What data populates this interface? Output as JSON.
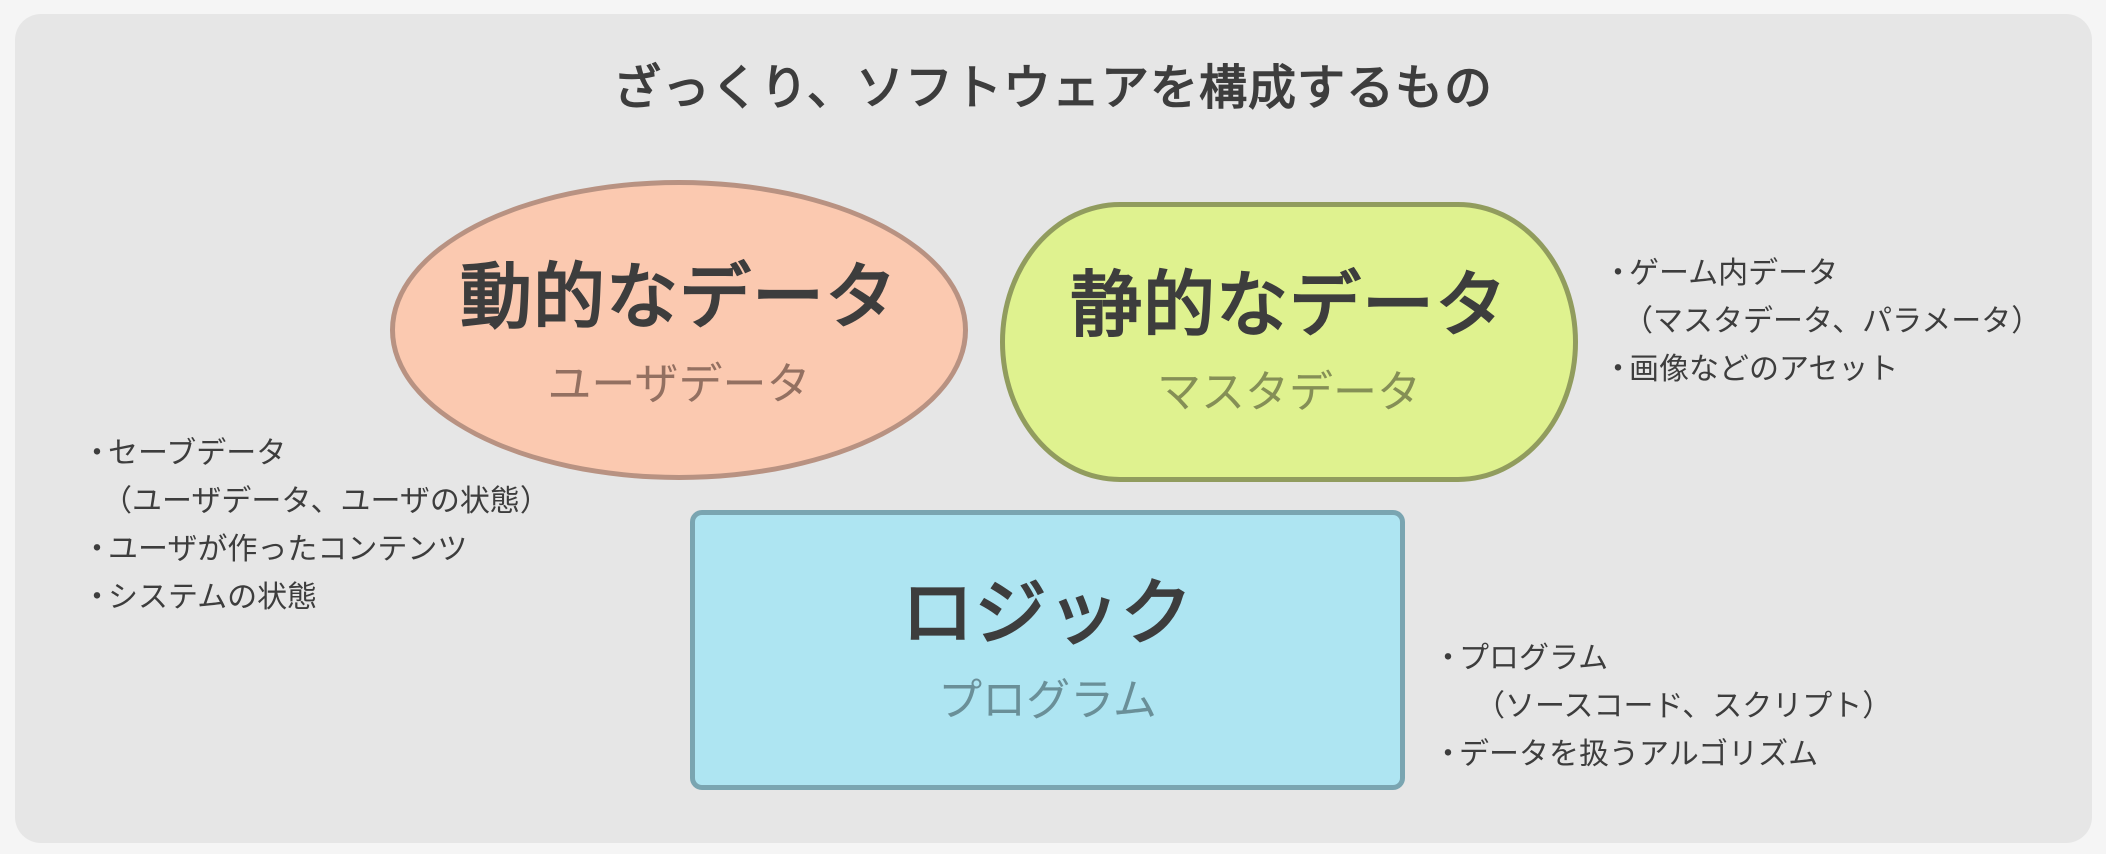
{
  "title": "ざっくり、ソフトウェアを構成するもの",
  "colors": {
    "background": "#e6e6e6",
    "dynamic_fill": "#fbc9b0",
    "dynamic_border": "#b89282",
    "static_fill": "#dff28f",
    "static_border": "#919c5e",
    "logic_fill": "#aee5f2",
    "logic_border": "#7aa5b1",
    "text": "#3d3d3d"
  },
  "nodes": {
    "dynamic": {
      "label": "動的なデータ",
      "sublabel": "ユーザデータ",
      "shape": "ellipse",
      "notes": [
        {
          "bullet": "・",
          "text": "セーブデータ"
        },
        {
          "bullet": "",
          "text": "（ユーザデータ、ユーザの状態）"
        },
        {
          "bullet": "・",
          "text": "ユーザが作ったコンテンツ"
        },
        {
          "bullet": "・",
          "text": "システムの状態"
        }
      ]
    },
    "static": {
      "label": "静的なデータ",
      "sublabel": "マスタデータ",
      "shape": "stadium",
      "notes": [
        {
          "bullet": "・",
          "text": "ゲーム内データ"
        },
        {
          "bullet": "",
          "text": "（マスタデータ、パラメータ）"
        },
        {
          "bullet": "・",
          "text": "画像などのアセット"
        }
      ]
    },
    "logic": {
      "label": "ロジック",
      "sublabel": "プログラム",
      "shape": "rounded-rectangle",
      "notes": [
        {
          "bullet": "・",
          "text": "プログラム"
        },
        {
          "bullet": "",
          "text": "（ソースコード、スクリプト）"
        },
        {
          "bullet": "・",
          "text": "データを扱うアルゴリズム"
        }
      ]
    }
  }
}
